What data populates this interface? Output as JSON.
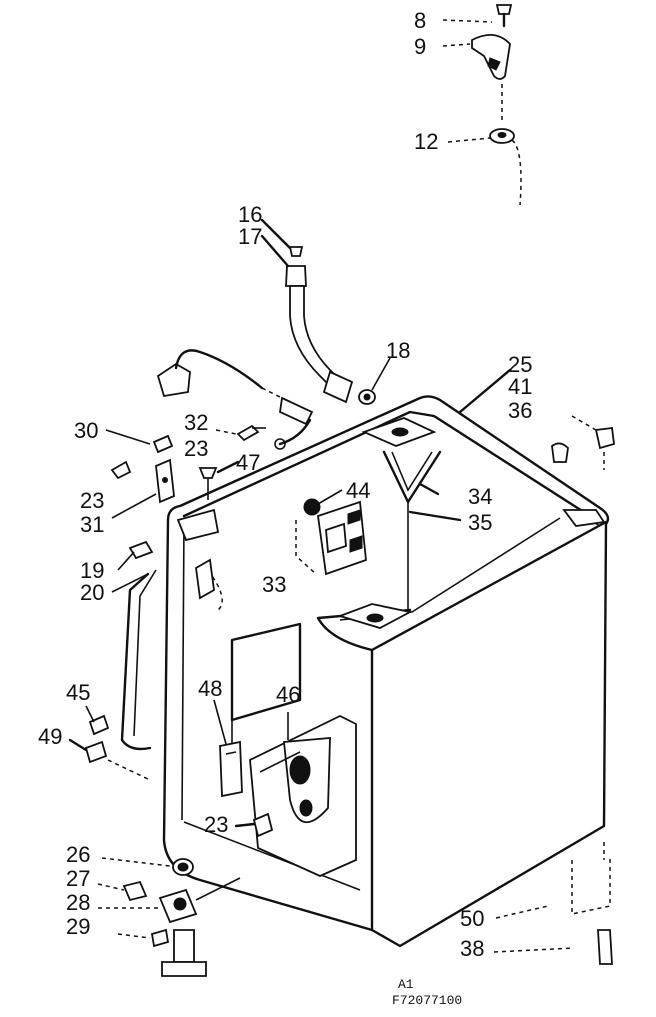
{
  "callouts": {
    "c8": "8",
    "c9": "9",
    "c12": "12",
    "c16": "16",
    "c17": "17",
    "c18": "18",
    "c25": "25",
    "c41": "41",
    "c36": "36",
    "c30": "30",
    "c32": "32",
    "c23a": "23",
    "c47": "47",
    "c23b": "23",
    "c31": "31",
    "c44": "44",
    "c34": "34",
    "c35": "35",
    "c19": "19",
    "c20": "20",
    "c33": "33",
    "c45": "45",
    "c48": "48",
    "c46": "46",
    "c49": "49",
    "c23c": "23",
    "c26": "26",
    "c27": "27",
    "c28": "28",
    "c29": "29",
    "c50": "50",
    "c38": "38"
  },
  "caption": {
    "line1": "A1",
    "line2": "F72077100"
  }
}
